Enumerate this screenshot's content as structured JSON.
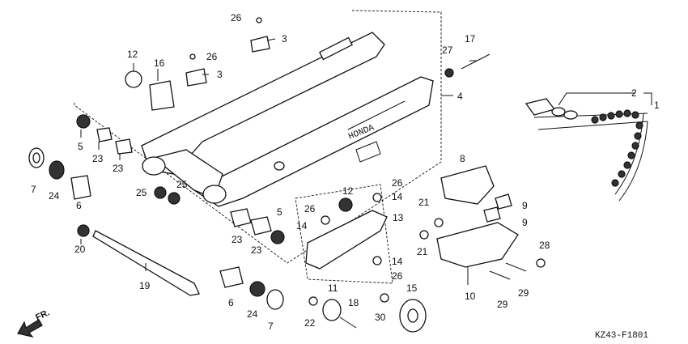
{
  "diagram": {
    "callouts": [
      "1",
      "2",
      "3",
      "3",
      "4",
      "5",
      "5",
      "6",
      "6",
      "7",
      "7",
      "8",
      "9",
      "9",
      "10",
      "11",
      "12",
      "12",
      "13",
      "14",
      "14",
      "14",
      "15",
      "16",
      "17",
      "18",
      "19",
      "20",
      "21",
      "21",
      "22",
      "23",
      "23",
      "23",
      "23",
      "24",
      "24",
      "25",
      "25",
      "26",
      "26",
      "26",
      "26",
      "26",
      "27",
      "28",
      "29",
      "29",
      "30"
    ],
    "brand_text": "HONDA",
    "direction_label": "FR.",
    "figure_code": "KZ43-F1801"
  }
}
